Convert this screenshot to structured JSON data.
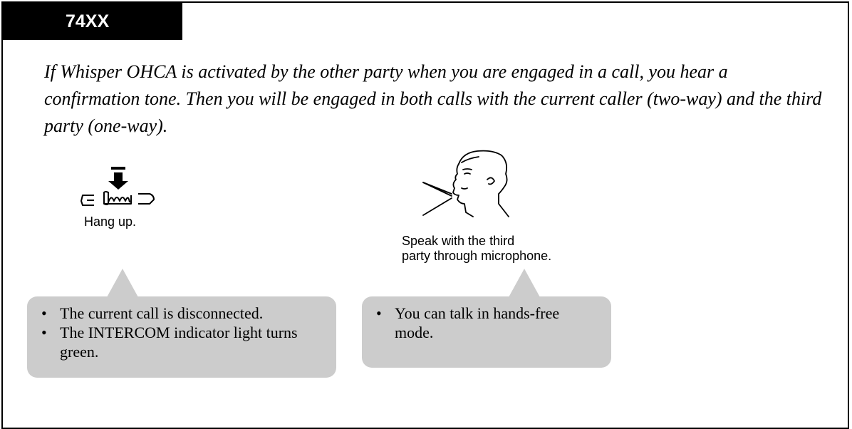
{
  "model_tab": "74XX",
  "intro": "If Whisper OHCA is activated by the other party when you are engaged in a call, you hear a confirmation tone. Then you will be engaged in both calls with the current caller (two-way) and the third party (one-way).",
  "steps": [
    {
      "icon": "hang-up-icon",
      "caption": "Hang up.",
      "notes": [
        "The current call is disconnected.",
        "The INTERCOM indicator light turns green."
      ]
    },
    {
      "icon": "speaking-person-icon",
      "caption_lines": [
        "Speak with the third",
        "party through microphone."
      ],
      "notes": [
        "You can talk in hands-free mode."
      ]
    }
  ],
  "bullet_glyph": "•",
  "colors": {
    "tab_background": "#000000",
    "tab_text": "#ffffff",
    "bubble": "#cccccc"
  }
}
